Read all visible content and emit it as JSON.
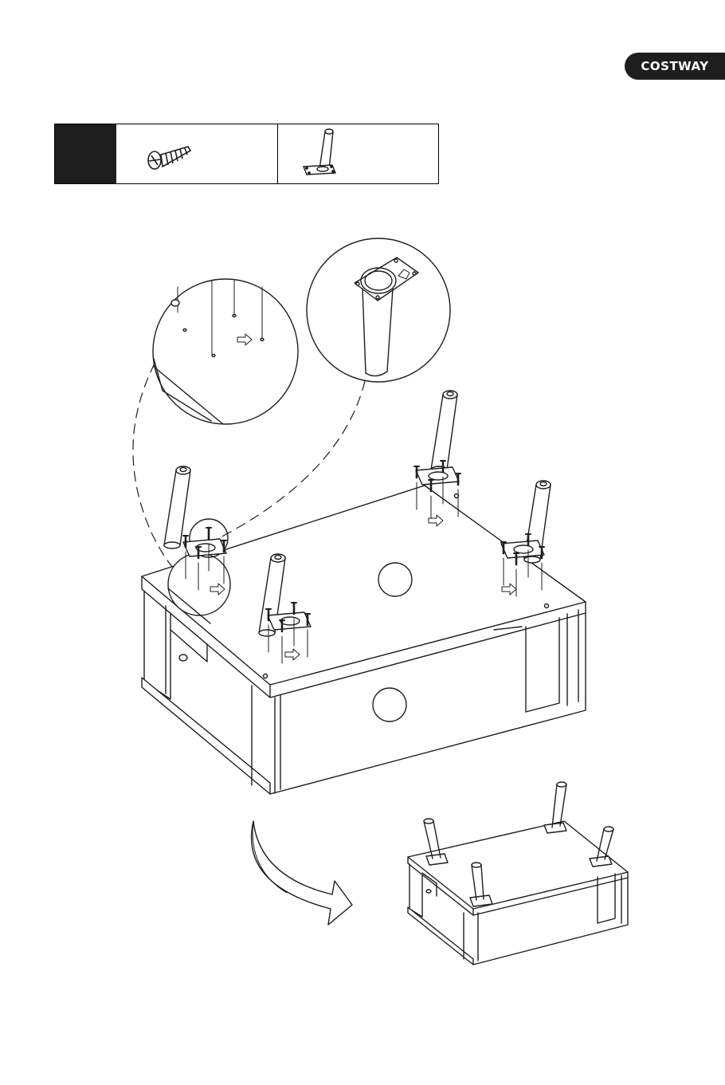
{
  "brand": {
    "logo_text": "COSTWAY",
    "colors": {
      "badge_bg": "#1e1e1e",
      "badge_text": "#ffffff",
      "line": "#1e1e1e"
    }
  },
  "parts_table": {
    "step_marker": "",
    "parts": [
      {
        "icon": "screw-icon"
      },
      {
        "icon": "tapered-leg-icon"
      }
    ]
  },
  "illustrations": [
    {
      "name": "assembly-exploded-view",
      "icon": "table-upside-down-with-legs"
    },
    {
      "name": "detail-zoom-screw-holes",
      "icon": "magnifier-detail-holes"
    },
    {
      "name": "detail-zoom-leg-plate",
      "icon": "magnifier-detail-leg-plate"
    },
    {
      "name": "flip-over-arrow",
      "icon": "curved-arrow-icon"
    },
    {
      "name": "finished-table",
      "icon": "assembled-table-icon"
    }
  ]
}
